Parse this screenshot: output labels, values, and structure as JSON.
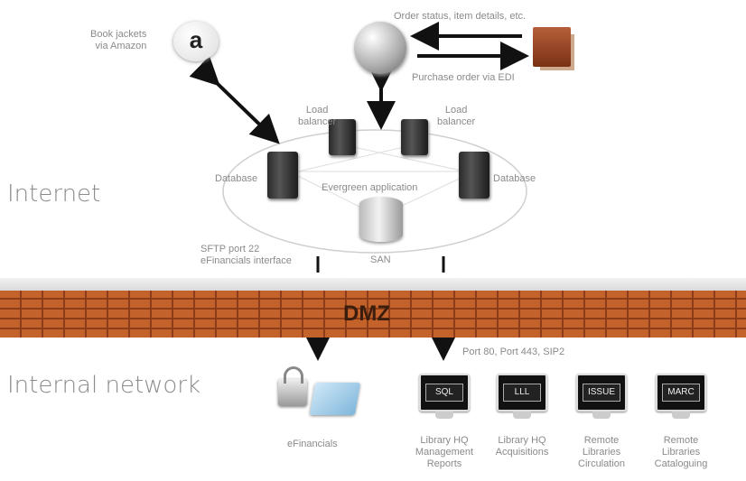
{
  "zones": {
    "internet": "Internet",
    "internal": "Internal network",
    "dmz": "DMZ"
  },
  "nodes": {
    "bookjackets": "Book jackets\nvia Amazon",
    "amazon_logo": "a",
    "order_status": "Order status, item details, etc.",
    "purchase_order": "Purchase order via EDI",
    "load_balancer_left": "Load\nbalancer",
    "load_balancer_right": "Load\nbalancer",
    "database_left": "Database",
    "database_right": "Database",
    "app": "Evergreen application",
    "san": "SAN",
    "sftp": "SFTP port 22\neFinancials interface",
    "ports": "Port 80, Port 443, SIP2",
    "efinancials": "eFinancials"
  },
  "clients": [
    {
      "screen": "SQL",
      "caption": "Library HQ\nManagement\nReports"
    },
    {
      "screen": "LLL",
      "caption": "Library HQ\nAcquisitions"
    },
    {
      "screen": "ISSUE",
      "caption": "Remote\nLibraries\nCirculation"
    },
    {
      "screen": "MARC",
      "caption": "Remote\nLibraries\nCataloguing"
    }
  ],
  "colors": {
    "brick": "#c4622b",
    "mortar": "#8c3d17",
    "dmz_text": "#3a1d0c",
    "arrow": "#111111"
  }
}
